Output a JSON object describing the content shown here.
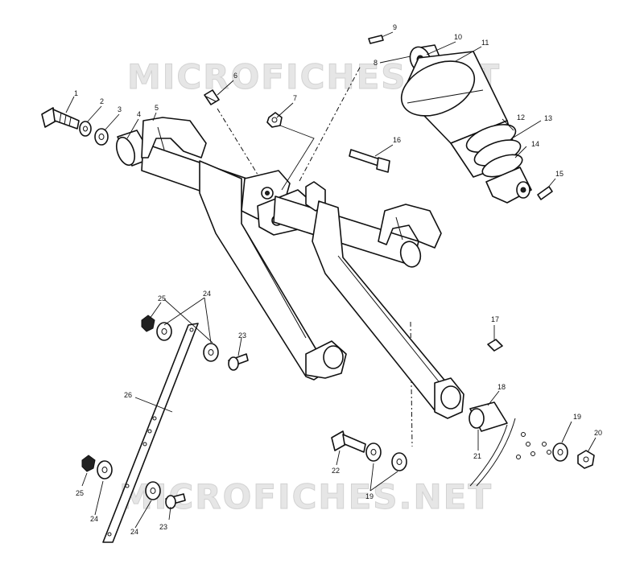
{
  "watermarks": [
    "MICROFICHES.NET",
    "MICROFICHES.NET"
  ],
  "callouts": [
    "1",
    "2",
    "3",
    "4",
    "5",
    "6",
    "7",
    "8",
    "9",
    "10",
    "11",
    "12",
    "13",
    "14",
    "15",
    "16",
    "17",
    "18",
    "19",
    "19",
    "20",
    "21",
    "22",
    "23",
    "23",
    "24",
    "24",
    "24",
    "25",
    "25",
    "26"
  ]
}
